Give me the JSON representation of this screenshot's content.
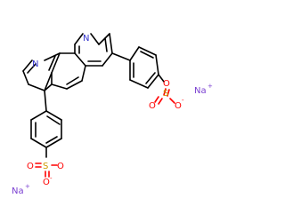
{
  "molecule": {
    "atoms": {
      "n_top": "N",
      "n_left": "N",
      "s_right": "S",
      "s_bottom": "S",
      "o_right_up": "O",
      "o_right_down": "O",
      "o_right_minus": "O",
      "o_bottom_left": "O",
      "o_bottom_right": "O",
      "o_bottom_minus": "O"
    },
    "charges": {
      "o_right_minus": "-",
      "o_bottom_minus": "-",
      "na_right": "+",
      "na_bottom": "+"
    },
    "counterions": {
      "na_right": "Na",
      "na_bottom": "Na"
    },
    "colors": {
      "bond": "#000000",
      "nitrogen": "#3333cc",
      "oxygen": "#ff0000",
      "sulfur": "#cc9900",
      "sodium": "#7a3fd1"
    }
  }
}
